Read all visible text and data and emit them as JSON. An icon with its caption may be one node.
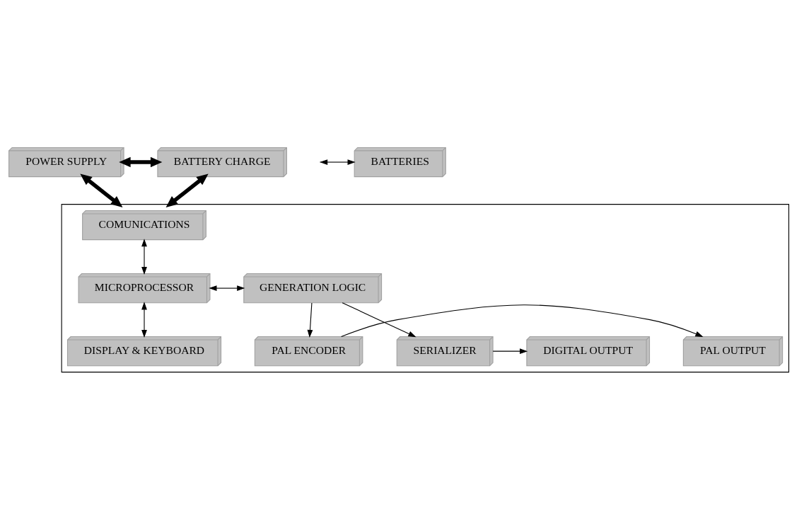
{
  "diagram": {
    "nodes": [
      {
        "text": [
          "POWER SUPPLY"
        ]
      },
      {
        "text": [
          "BATTERY CHARGE"
        ]
      },
      {
        "text": [
          "BATTERIES"
        ]
      },
      {
        "text": [],
        "shape": "box"
      },
      {
        "text": [
          "COMUNICATIONS"
        ],
        "in": 3
      },
      {
        "text": [
          "MICROPROCESSOR"
        ],
        "in": 3
      },
      {
        "text": [
          "DISPLAY & KEYBOARD"
        ],
        "in": 3
      },
      {
        "text": [
          "GENERATION LOGIC"
        ],
        "in": 3
      },
      {
        "text": [
          "PAL ENCODER"
        ],
        "in": 3
      },
      {
        "text": [
          "PAL OUTPUT"
        ],
        "in": 3
      },
      {
        "text": [
          "SERIALIZER"
        ],
        "in": 3
      },
      {
        "text": [
          "DIGITAL OUTPUT"
        ],
        "in": 3
      }
    ],
    "edges": [
      {
        "from": 0,
        "to": 1,
        "arrow": "both",
        "style": "thick"
      },
      {
        "from": 0,
        "to": 3,
        "arrow": "both",
        "style": "thick"
      },
      {
        "from": 1,
        "to": 3,
        "arrow": "both",
        "style": "thick"
      },
      {
        "from": null,
        "to": 2,
        "arrow": "both"
      },
      {
        "from": 4,
        "to": 5,
        "arrow": "both"
      },
      {
        "from": 5,
        "to": 6,
        "arrow": "both"
      },
      {
        "from": 5,
        "to": 7,
        "arrow": "both"
      },
      {
        "from": 7,
        "to": 8,
        "arrow": "to"
      },
      {
        "from": 7,
        "to": 10,
        "arrow": "to"
      },
      {
        "from": 8,
        "to": 9,
        "arrow": "to"
      },
      {
        "from": 10,
        "to": 11,
        "arrow": "to"
      }
    ]
  }
}
